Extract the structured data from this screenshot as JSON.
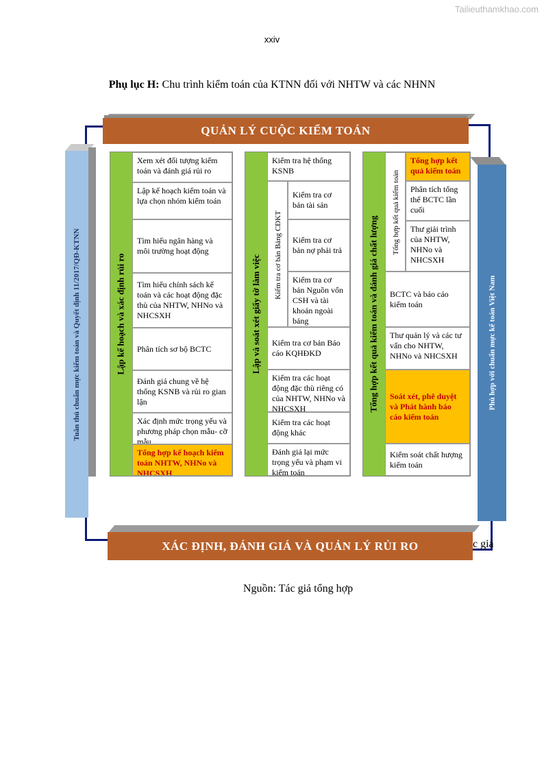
{
  "watermark": "Tailieuthamkhao.com",
  "page_number": "xxiv",
  "title": {
    "bold": "Phụ lục H:",
    "text": " Chu trình kiểm toán của KTNN đối với NHTW và các NHNN"
  },
  "banner_top": "QUẢN LÝ CUỘC KIỂM TOÁN",
  "banner_bottom": "XÁC ĐỊNH, ĐÁNH GIÁ VÀ QUẢN LÝ RỦI RO",
  "overflow_text": "c giả",
  "left_side": "Tuân thủ chuẩn mực kiểm toán và Quyết định 11/2017/QĐ-KTNN",
  "right_side": "Phù hợp với chuẩn mực kế toán Việt Nam",
  "columns": [
    {
      "heading": "Lập kế hoạch và xác định rủi ro",
      "cells": [
        "Xem xét đối tượng kiểm toán và đánh giá rủi ro",
        "Lập kế hoạch kiểm toán và lựa chọn nhóm kiểm toán",
        "Tìm hiểu ngân hàng và môi trường hoạt động",
        "Tìm hiểu chính sách kế toán và các hoạt động đặc thù của NHTW, NHNo và NHCSXH",
        "Phân tích sơ bộ BCTC",
        "Đánh giá chung về hệ thống KSNB và rủi ro gian lận",
        "Xác định mức trọng yếu và phương pháp chọn mẫu- cỡ mẫu",
        "Tổng hợp kế hoạch kiểm toán NHTW, NHNo và NHCSXH"
      ]
    },
    {
      "heading": "Lập và soát xét giấy tờ làm việc",
      "sub_heading": "Kiểm tra cơ bản Bảng CĐKT",
      "cells": [
        "Kiểm tra hệ thống KSNB",
        "Kiểm tra cơ bản tài sản",
        "Kiểm tra cơ bản nợ phải trả",
        "Kiểm tra cơ bản Nguồn vốn CSH và tài khoản ngoài bảng",
        "Kiểm tra cơ bản Báo cáo KQHĐKD",
        "Kiểm tra các hoạt động đặc thù riêng có của NHTW, NHNo và NHCSXH",
        "Kiểm tra các hoạt động khác",
        "Đánh giá lại mức trọng yếu và phạm vi kiểm toán"
      ]
    },
    {
      "heading": "Tổng hợp kết quả kiểm toán và đánh giá chất lượng",
      "sub_heading": "Tổng hợp kết quả kiểm toán",
      "cells": [
        "Tổng hợp kết quả kiểm toán",
        "Phân tích tổng thể BCTC lần cuối",
        "Thư giải trình của NHTW, NHNo và NHCSXH",
        "BCTC và báo cáo kiểm toán",
        "Thư quản lý và các tư vấn cho NHTW, NHNo và NHCSXH",
        "Soát xét, phê duyệt và Phát hành báo cáo kiểm toán",
        "Kiểm soát chất hượng kiểm toán"
      ]
    }
  ],
  "source": "Nguồn: Tác giả tổng hợp",
  "colors": {
    "banner": "#b8602a",
    "strip": "#8cc63f",
    "highlight": "#ffc000",
    "highlight_text": "#c00000",
    "connector": "#0b1a78",
    "left_side": "#a0c2e4",
    "right_side": "#4d82b6"
  }
}
